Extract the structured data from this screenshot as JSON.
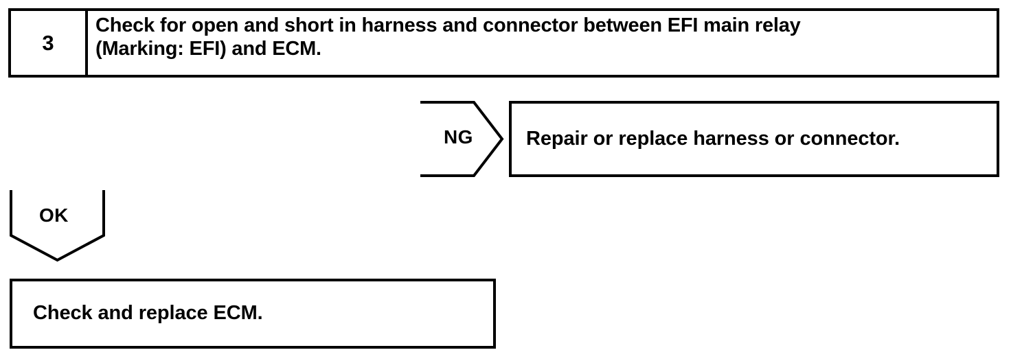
{
  "diagram": {
    "type": "troubleshooting-flowchart",
    "line_color": "#000000",
    "background_color": "#ffffff",
    "text_color": "#000000"
  },
  "step": {
    "number": "3",
    "instruction": "Check for open and short in harness and connector between EFI main relay\n(Marking: EFI) and ECM."
  },
  "branches": {
    "ng": {
      "label": "NG",
      "arrow_direction": "right",
      "result": "Repair or replace harness or connector."
    },
    "ok": {
      "label": "OK",
      "arrow_direction": "down",
      "result": "Check and replace ECM."
    }
  }
}
